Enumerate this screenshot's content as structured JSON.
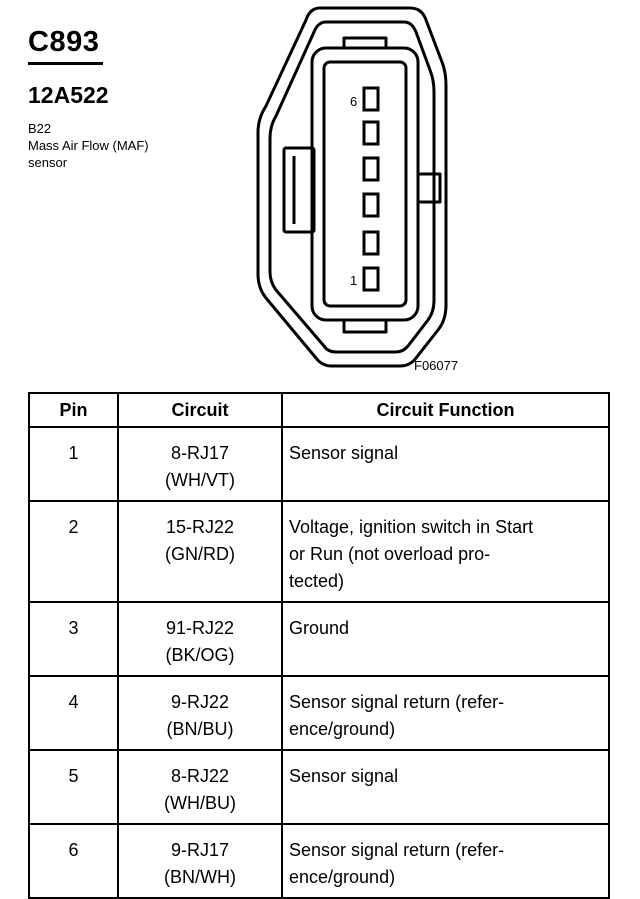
{
  "header": {
    "connector_id": "C893",
    "part_number": "12A522",
    "description_lines": [
      "B22",
      "Mass Air Flow (MAF)",
      "sensor"
    ]
  },
  "figure": {
    "figure_id": "F06077",
    "pin_labels": {
      "top": "6",
      "bottom": "1"
    }
  },
  "table": {
    "headers": [
      "Pin",
      "Circuit",
      "Circuit Function"
    ],
    "rows": [
      {
        "pin": "1",
        "circuit": [
          "8-RJ17",
          "(WH/VT)"
        ],
        "function": [
          "Sensor signal"
        ]
      },
      {
        "pin": "2",
        "circuit": [
          "15-RJ22",
          "(GN/RD)"
        ],
        "function": [
          "Voltage, ignition switch in Start",
          "or Run (not overload pro-",
          "tected)"
        ]
      },
      {
        "pin": "3",
        "circuit": [
          "91-RJ22",
          "(BK/OG)"
        ],
        "function": [
          "Ground"
        ]
      },
      {
        "pin": "4",
        "circuit": [
          "9-RJ22",
          "(BN/BU)"
        ],
        "function": [
          "Sensor signal return (refer-",
          "ence/ground)"
        ]
      },
      {
        "pin": "5",
        "circuit": [
          "8-RJ22",
          "(WH/BU)"
        ],
        "function": [
          "Sensor signal"
        ]
      },
      {
        "pin": "6",
        "circuit": [
          "9-RJ17",
          "(BN/WH)"
        ],
        "function": [
          "Sensor signal return (refer-",
          "ence/ground)"
        ]
      }
    ]
  }
}
